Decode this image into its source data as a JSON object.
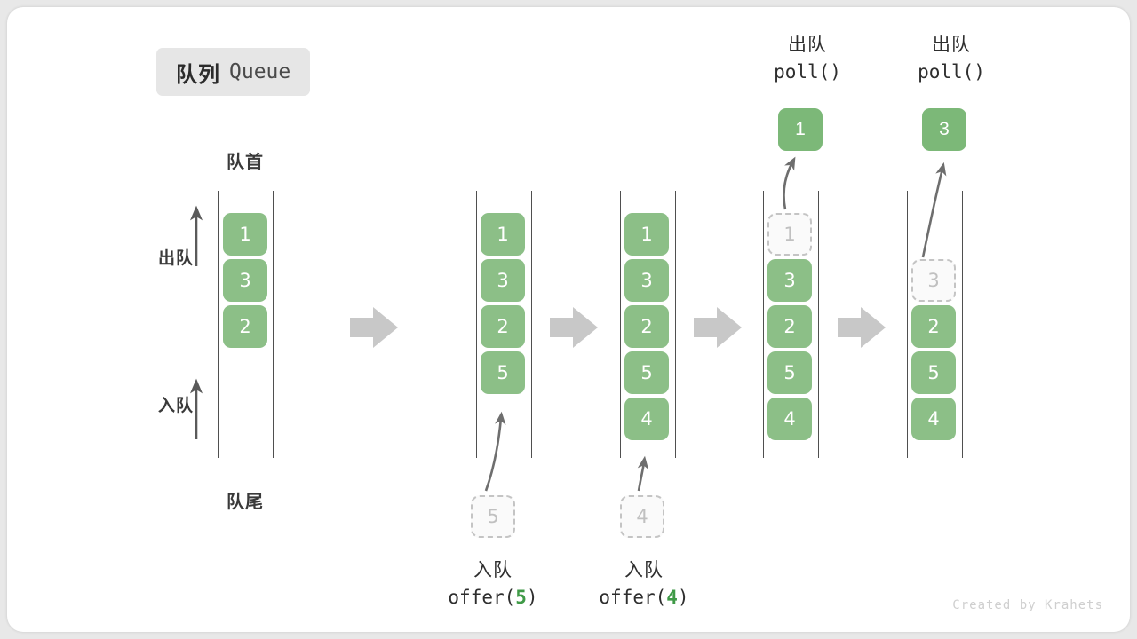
{
  "title": {
    "cn": "队列",
    "en": "Queue"
  },
  "labels": {
    "head": "队首",
    "tail": "队尾",
    "dequeue_side": "出队",
    "enqueue_side": "入队"
  },
  "colors": {
    "cell_green": "#8cbf87",
    "pop_green": "#7cb878",
    "ghost_border": "#c4c4c4",
    "ghost_text": "#c0c0c0",
    "rail": "#4f4f4f",
    "arrow_gray": "#c8c8c8",
    "curve_gray": "#6e6e6e",
    "badge_bg": "#e6e6e6",
    "code_num": "#3f9a47"
  },
  "steps": [
    {
      "id": "initial",
      "cells": [
        "1",
        "3",
        "2"
      ],
      "ghost_in_rail": null,
      "incoming_ghost": null,
      "popped": null,
      "caption_cn": null,
      "caption_code": null
    },
    {
      "id": "offer-5",
      "cells": [
        "1",
        "3",
        "2",
        "5"
      ],
      "ghost_in_rail": null,
      "incoming_ghost": "5",
      "popped": null,
      "caption_cn": "入队",
      "caption_code_prefix": "offer(",
      "caption_code_num": "5",
      "caption_code_suffix": ")"
    },
    {
      "id": "offer-4",
      "cells": [
        "1",
        "3",
        "2",
        "5",
        "4"
      ],
      "ghost_in_rail": null,
      "incoming_ghost": "4",
      "popped": null,
      "caption_cn": "入队",
      "caption_code_prefix": "offer(",
      "caption_code_num": "4",
      "caption_code_suffix": ")"
    },
    {
      "id": "poll-1",
      "cells": [
        "3",
        "2",
        "5",
        "4"
      ],
      "ghost_in_rail": "1",
      "incoming_ghost": null,
      "popped": "1",
      "caption_cn": "出队",
      "caption_code": "poll()"
    },
    {
      "id": "poll-3",
      "cells": [
        "2",
        "5",
        "4"
      ],
      "ghost_in_rail": "3",
      "incoming_ghost": null,
      "popped": "3",
      "caption_cn": "出队",
      "caption_code": "poll()"
    }
  ],
  "credit": "Created by Krahets"
}
